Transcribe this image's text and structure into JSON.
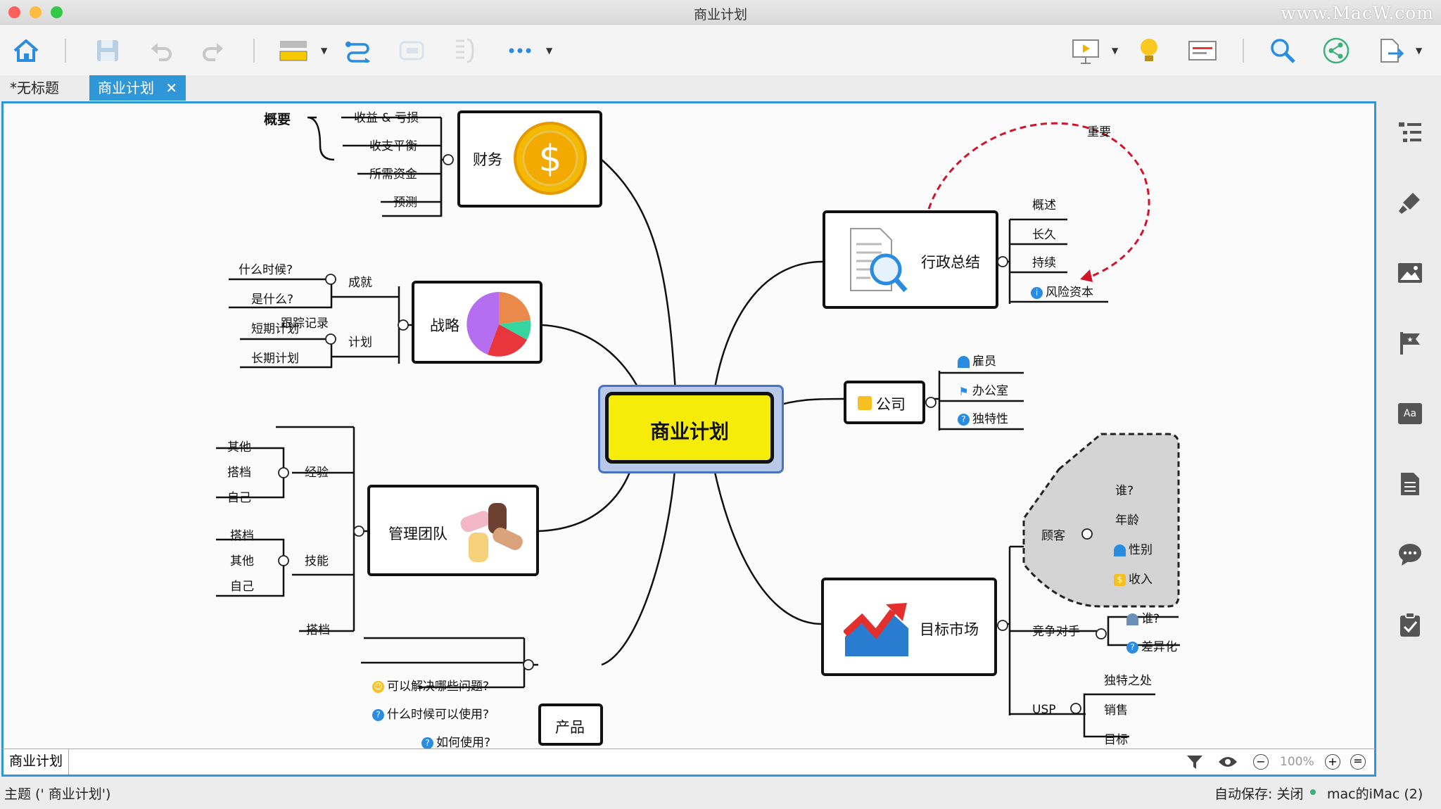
{
  "window": {
    "title": "商业计划",
    "watermark": "www.MacW.com"
  },
  "tabs": [
    {
      "label": "*无标题"
    },
    {
      "label": "商业计划",
      "active": true,
      "close": "✕"
    }
  ],
  "toolbar": {
    "icons": [
      "home-icon",
      "save-icon",
      "undo-icon",
      "redo-icon",
      "insert-topic-icon",
      "relationship-icon",
      "boundary-icon",
      "summary-icon",
      "more-icon",
      "presentation-icon",
      "idea-icon",
      "outline-icon",
      "search-icon",
      "share-icon",
      "export-icon"
    ]
  },
  "central": {
    "label": "商业计划"
  },
  "finance": {
    "label": "财务",
    "summary": "概要",
    "items": [
      "收益 & 亏损",
      "收支平衡",
      "所需资金",
      "预测"
    ]
  },
  "strategy": {
    "label": "战略",
    "achieve": "成就",
    "plan": "计划",
    "items": [
      "什么时候?",
      "是什么?",
      "短期计划",
      "长期计划"
    ]
  },
  "team": {
    "label": "管理团队",
    "tracking": "跟踪记录",
    "experience": "经验",
    "skills": "技能",
    "exp_items": [
      "其他",
      "搭档",
      "自己"
    ],
    "skill_items": [
      "搭档",
      "其他",
      "自己"
    ],
    "partner": "搭档"
  },
  "product": {
    "label": "产品",
    "items": [
      "可以解决哪些问题?",
      "什么时候可以使用?",
      "如何使用?"
    ]
  },
  "exec": {
    "label": "行政总结",
    "relation": "重要",
    "items": [
      "概述",
      "长久",
      "持续",
      "风险资本"
    ]
  },
  "company": {
    "label": "公司",
    "items": [
      "雇员",
      "办公室",
      "独特性"
    ]
  },
  "market": {
    "label": "目标市场",
    "customer": "顾客",
    "customer_items": [
      "谁?",
      "年龄",
      "性别",
      "收入"
    ],
    "competitor": "竞争对手",
    "competitor_items": [
      "谁?",
      "差异化"
    ],
    "usp": "USP",
    "usp_items": [
      "独特之处",
      "销售",
      "目标"
    ]
  },
  "bottom": {
    "sheet": "商业计划",
    "zoom": "100%"
  },
  "status": {
    "topic": "主题 (' 商业计划')",
    "autosave": "自动保存: 关闭",
    "device": "mac的iMac (2)"
  },
  "sidebar": {
    "icons": [
      "outline-icon",
      "format-brush-icon",
      "image-icon",
      "marker-flag-icon",
      "text-style-icon",
      "notes-icon",
      "comment-icon",
      "task-icon"
    ]
  },
  "colors": {
    "accent": "#2f97d8",
    "central_fill": "#f5ec0a",
    "relation": "#d0142c"
  }
}
